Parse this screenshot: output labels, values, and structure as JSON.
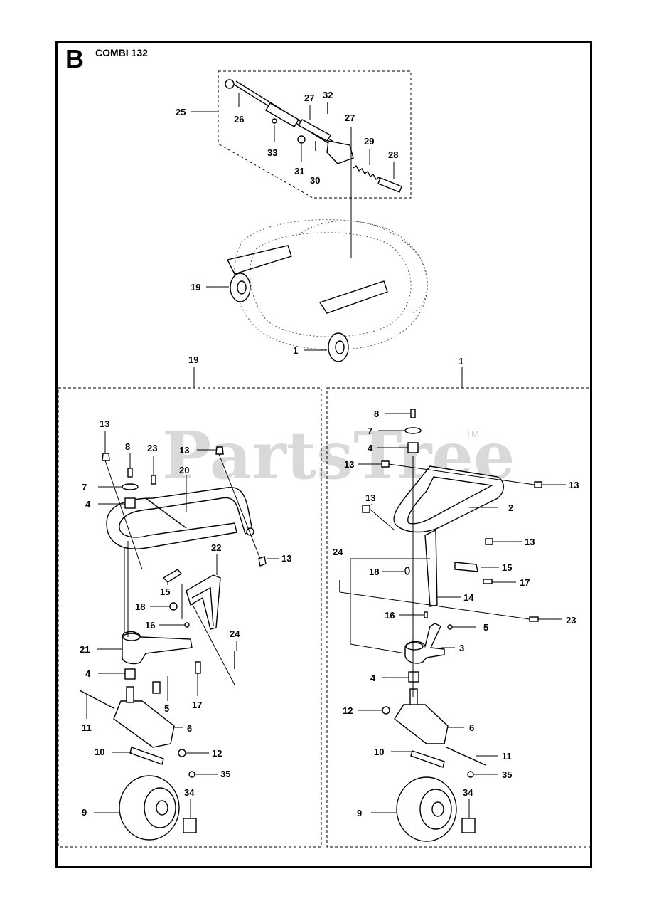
{
  "header": {
    "section_letter": "B",
    "model_title": "COMBI 132"
  },
  "watermark": {
    "text": "PartsTree",
    "trademark": "TM"
  },
  "callouts": {
    "top_assembly": [
      "25",
      "26",
      "27",
      "32",
      "27",
      "33",
      "31",
      "30",
      "29",
      "28"
    ],
    "deck_overview": [
      "19",
      "1"
    ],
    "panel_labels": [
      "19",
      "1"
    ],
    "left_panel": [
      "13",
      "8",
      "23",
      "13",
      "20",
      "7",
      "4",
      "13",
      "22",
      "15",
      "18",
      "16",
      "24",
      "21",
      "4",
      "5",
      "17",
      "11",
      "6",
      "10",
      "12",
      "35",
      "34",
      "9"
    ],
    "right_panel": [
      "8",
      "7",
      "4",
      "13",
      "13",
      "13",
      "2",
      "13",
      "24",
      "15",
      "18",
      "17",
      "14",
      "23",
      "16",
      "5",
      "3",
      "4",
      "12",
      "6",
      "10",
      "11",
      "35",
      "34",
      "9"
    ]
  }
}
